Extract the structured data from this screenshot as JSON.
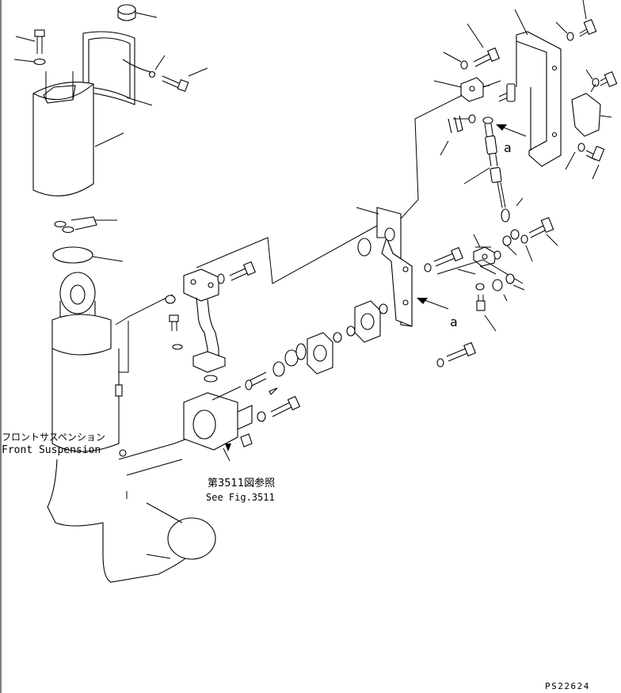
{
  "labels": {
    "front_suspension_jp": "フロントサスペンション",
    "front_suspension_en": "Front Suspension",
    "see_fig_jp": "第3511図参照",
    "see_fig_en": "See Fig.3511",
    "view_a_top": "a",
    "view_a_mid": "a",
    "drawing_code": "PS22624"
  }
}
